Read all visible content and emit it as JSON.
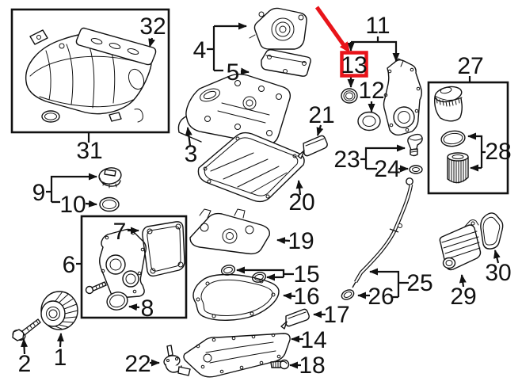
{
  "diagram": {
    "callouts": [
      {
        "label": "1"
      },
      {
        "label": "2"
      },
      {
        "label": "3"
      },
      {
        "label": "4"
      },
      {
        "label": "5"
      },
      {
        "label": "6"
      },
      {
        "label": "7"
      },
      {
        "label": "8"
      },
      {
        "label": "9"
      },
      {
        "label": "10"
      },
      {
        "label": "11"
      },
      {
        "label": "12"
      },
      {
        "label": "13"
      },
      {
        "label": "14"
      },
      {
        "label": "15"
      },
      {
        "label": "16"
      },
      {
        "label": "17"
      },
      {
        "label": "18"
      },
      {
        "label": "19"
      },
      {
        "label": "20"
      },
      {
        "label": "21"
      },
      {
        "label": "22"
      },
      {
        "label": "23"
      },
      {
        "label": "24"
      },
      {
        "label": "25"
      },
      {
        "label": "26"
      },
      {
        "label": "27"
      },
      {
        "label": "28"
      },
      {
        "label": "29"
      },
      {
        "label": "30"
      },
      {
        "label": "31"
      },
      {
        "label": "32"
      }
    ],
    "highlight": {
      "part": "13",
      "color": "#e8141a"
    },
    "colors": {
      "line": "#111111",
      "background": "#ffffff"
    }
  }
}
